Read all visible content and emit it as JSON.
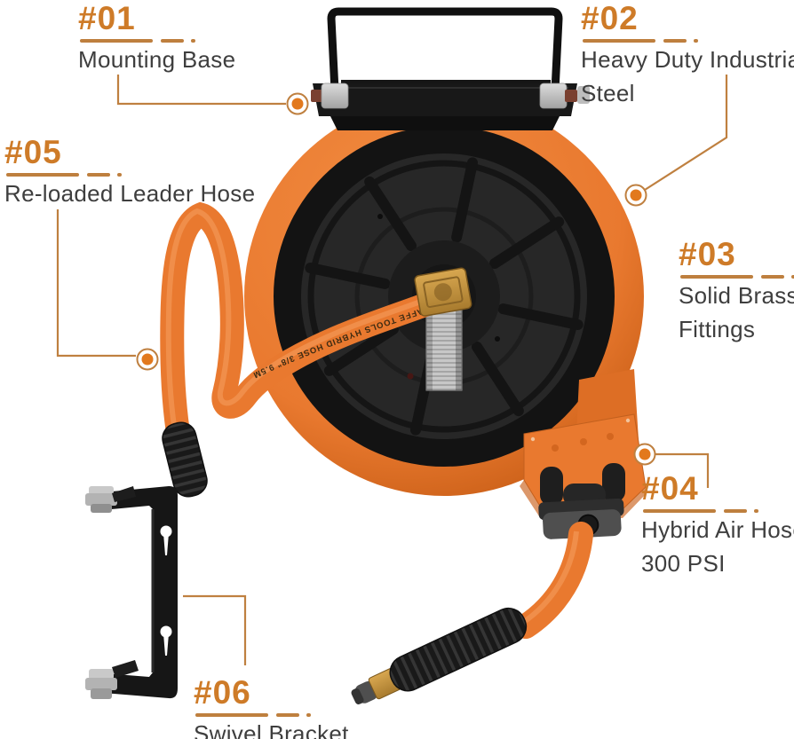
{
  "page": {
    "background": "#ffffff"
  },
  "product": {
    "name": "Retractable Air Hose Reel",
    "hose_print": "GIRAFFE TOOLS HYBRID HOSE 3/8\" 9.5MM I.D 300PSI/20BAR W.P",
    "colors": {
      "orange": "#E9792F",
      "orange_shadow": "#C2601E",
      "callout_heading": "#CE7B28",
      "callout_rule": "#BE7F3E",
      "marker_dot": "#E2791D",
      "label_text": "#3E3E3E",
      "brass": "#B98A3F",
      "steel": "#C6C6C6",
      "black_parts": "#1B1B1B"
    }
  },
  "callouts": [
    {
      "number": "#01",
      "lines": [
        "Mounting Base"
      ]
    },
    {
      "number": "#02",
      "lines": [
        "Heavy Duty Industrial",
        "Steel"
      ]
    },
    {
      "number": "#03",
      "lines": [
        "Solid Brass",
        "Fittings"
      ]
    },
    {
      "number": "#04",
      "lines": [
        "Hybrid Air Hose",
        "300 PSI"
      ]
    },
    {
      "number": "#05",
      "lines": [
        "Re-loaded Leader Hose"
      ]
    },
    {
      "number": "#06",
      "lines": [
        "Swivel Bracket"
      ]
    }
  ]
}
